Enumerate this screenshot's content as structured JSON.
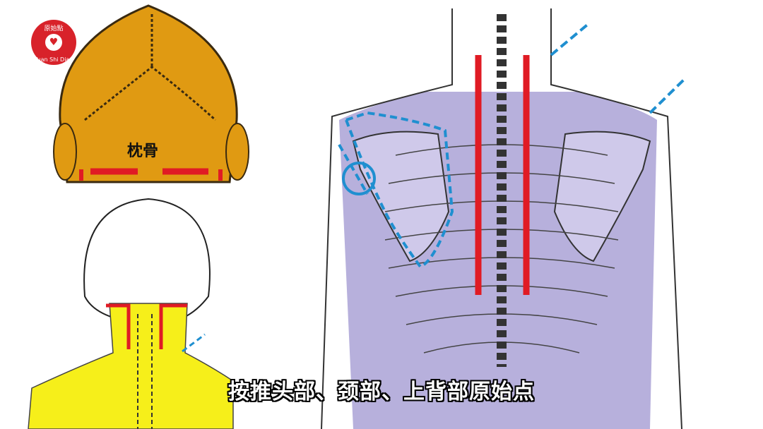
{
  "logo": {
    "chinese": "原始點",
    "english": "Yuan Shi Dian",
    "color": "#d8222a"
  },
  "skull_label": "枕骨",
  "caption": "按推头部、颈部、上背部原始点",
  "colors": {
    "skull": "#e09a12",
    "neck_area": "#f6ef1a",
    "back_area": "#b7b0dc",
    "marker_red": "#e01b24",
    "marker_blue": "#1f8fd0"
  }
}
